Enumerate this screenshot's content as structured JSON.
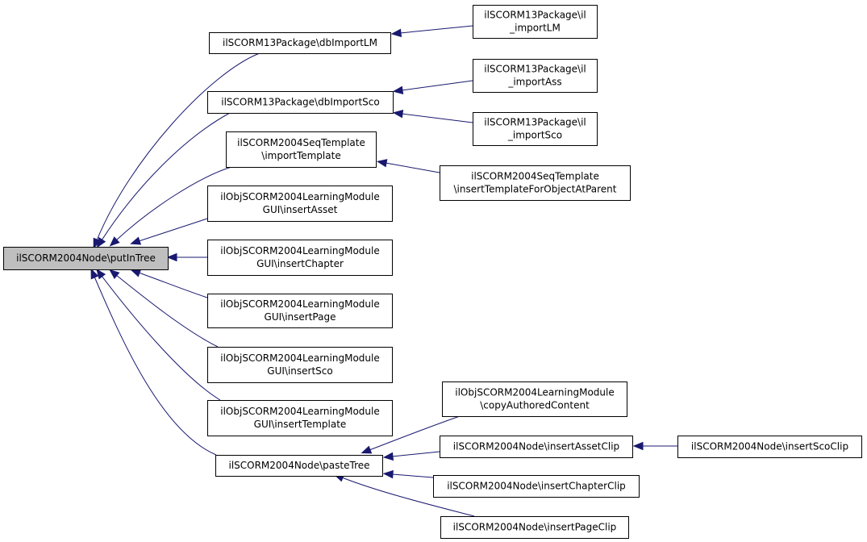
{
  "graph": {
    "nodes": [
      {
        "id": "putInTree",
        "lines": [
          "ilSCORM2004Node\\putInTree"
        ],
        "root": true
      },
      {
        "id": "dbImportLM",
        "lines": [
          "ilSCORM13Package\\dbImportLM"
        ]
      },
      {
        "id": "dbImportSco",
        "lines": [
          "ilSCORM13Package\\dbImportSco"
        ]
      },
      {
        "id": "importTemplate",
        "lines": [
          "ilSCORM2004SeqTemplate",
          "\\importTemplate"
        ]
      },
      {
        "id": "insertAsset",
        "lines": [
          "ilObjSCORM2004LearningModule",
          "GUI\\insertAsset"
        ]
      },
      {
        "id": "insertChapter",
        "lines": [
          "ilObjSCORM2004LearningModule",
          "GUI\\insertChapter"
        ]
      },
      {
        "id": "insertPage",
        "lines": [
          "ilObjSCORM2004LearningModule",
          "GUI\\insertPage"
        ]
      },
      {
        "id": "insertSco",
        "lines": [
          "ilObjSCORM2004LearningModule",
          "GUI\\insertSco"
        ]
      },
      {
        "id": "insertTemplate",
        "lines": [
          "ilObjSCORM2004LearningModule",
          "GUI\\insertTemplate"
        ]
      },
      {
        "id": "pasteTree",
        "lines": [
          "ilSCORM2004Node\\pasteTree"
        ]
      },
      {
        "id": "il_importLM",
        "lines": [
          "ilSCORM13Package\\il",
          "_importLM"
        ]
      },
      {
        "id": "il_importAss",
        "lines": [
          "ilSCORM13Package\\il",
          "_importAss"
        ]
      },
      {
        "id": "il_importSco",
        "lines": [
          "ilSCORM13Package\\il",
          "_importSco"
        ]
      },
      {
        "id": "insertTemplateForObjectAtParent",
        "lines": [
          "ilSCORM2004SeqTemplate",
          "\\insertTemplateForObjectAtParent"
        ]
      },
      {
        "id": "copyAuthoredContent",
        "lines": [
          "ilObjSCORM2004LearningModule",
          "\\copyAuthoredContent"
        ]
      },
      {
        "id": "insertAssetClip",
        "lines": [
          "ilSCORM2004Node\\insertAssetClip"
        ]
      },
      {
        "id": "insertChapterClip",
        "lines": [
          "ilSCORM2004Node\\insertChapterClip"
        ]
      },
      {
        "id": "insertPageClip",
        "lines": [
          "ilSCORM2004Node\\insertPageClip"
        ]
      },
      {
        "id": "insertScoClip",
        "lines": [
          "ilSCORM2004Node\\insertScoClip"
        ]
      }
    ],
    "edges": [
      {
        "from": "dbImportLM",
        "to": "putInTree"
      },
      {
        "from": "dbImportSco",
        "to": "putInTree"
      },
      {
        "from": "importTemplate",
        "to": "putInTree"
      },
      {
        "from": "insertAsset",
        "to": "putInTree"
      },
      {
        "from": "insertChapter",
        "to": "putInTree"
      },
      {
        "from": "insertPage",
        "to": "putInTree"
      },
      {
        "from": "insertSco",
        "to": "putInTree"
      },
      {
        "from": "insertTemplate",
        "to": "putInTree"
      },
      {
        "from": "pasteTree",
        "to": "putInTree"
      },
      {
        "from": "il_importLM",
        "to": "dbImportLM"
      },
      {
        "from": "il_importAss",
        "to": "dbImportSco"
      },
      {
        "from": "il_importSco",
        "to": "dbImportSco"
      },
      {
        "from": "insertTemplateForObjectAtParent",
        "to": "importTemplate"
      },
      {
        "from": "copyAuthoredContent",
        "to": "pasteTree"
      },
      {
        "from": "insertAssetClip",
        "to": "pasteTree"
      },
      {
        "from": "insertChapterClip",
        "to": "pasteTree"
      },
      {
        "from": "insertPageClip",
        "to": "pasteTree"
      },
      {
        "from": "insertScoClip",
        "to": "insertAssetClip"
      }
    ]
  }
}
